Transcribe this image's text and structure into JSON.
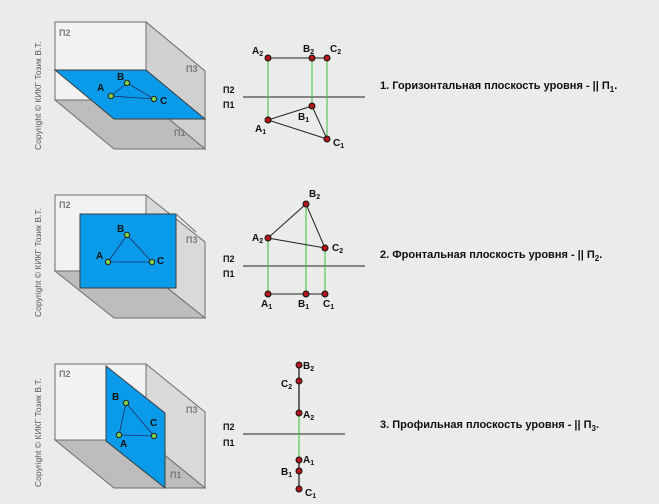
{
  "copyright": "Copyright © КИКГ Тозик В.Т.",
  "plane_labels": {
    "frontal": "П2",
    "profile": "П3",
    "horizontal": "П1"
  },
  "axis_labels": {
    "upper": "П2",
    "lower": "П1"
  },
  "points": {
    "A": "A",
    "B": "B",
    "C": "C",
    "index_frontal": "2",
    "index_horizontal": "1"
  },
  "captions": [
    {
      "number": "1.",
      "text": "Горизонтальная плоскость уровня - || П",
      "subscript": "1",
      "end": "."
    },
    {
      "number": "2.",
      "text": "Фронтальная плоскость уровня - || П",
      "subscript": "2",
      "end": "."
    },
    {
      "number": "3.",
      "text": "Профильная плоскость уровня - || П",
      "subscript": "3",
      "end": "."
    }
  ],
  "colors": {
    "plane_fill": "#0a9aea",
    "point_fill": "#7bd14a",
    "projection_point": "#b3161c",
    "link_line": "#3cbb3c",
    "background": "#e9ece8"
  }
}
